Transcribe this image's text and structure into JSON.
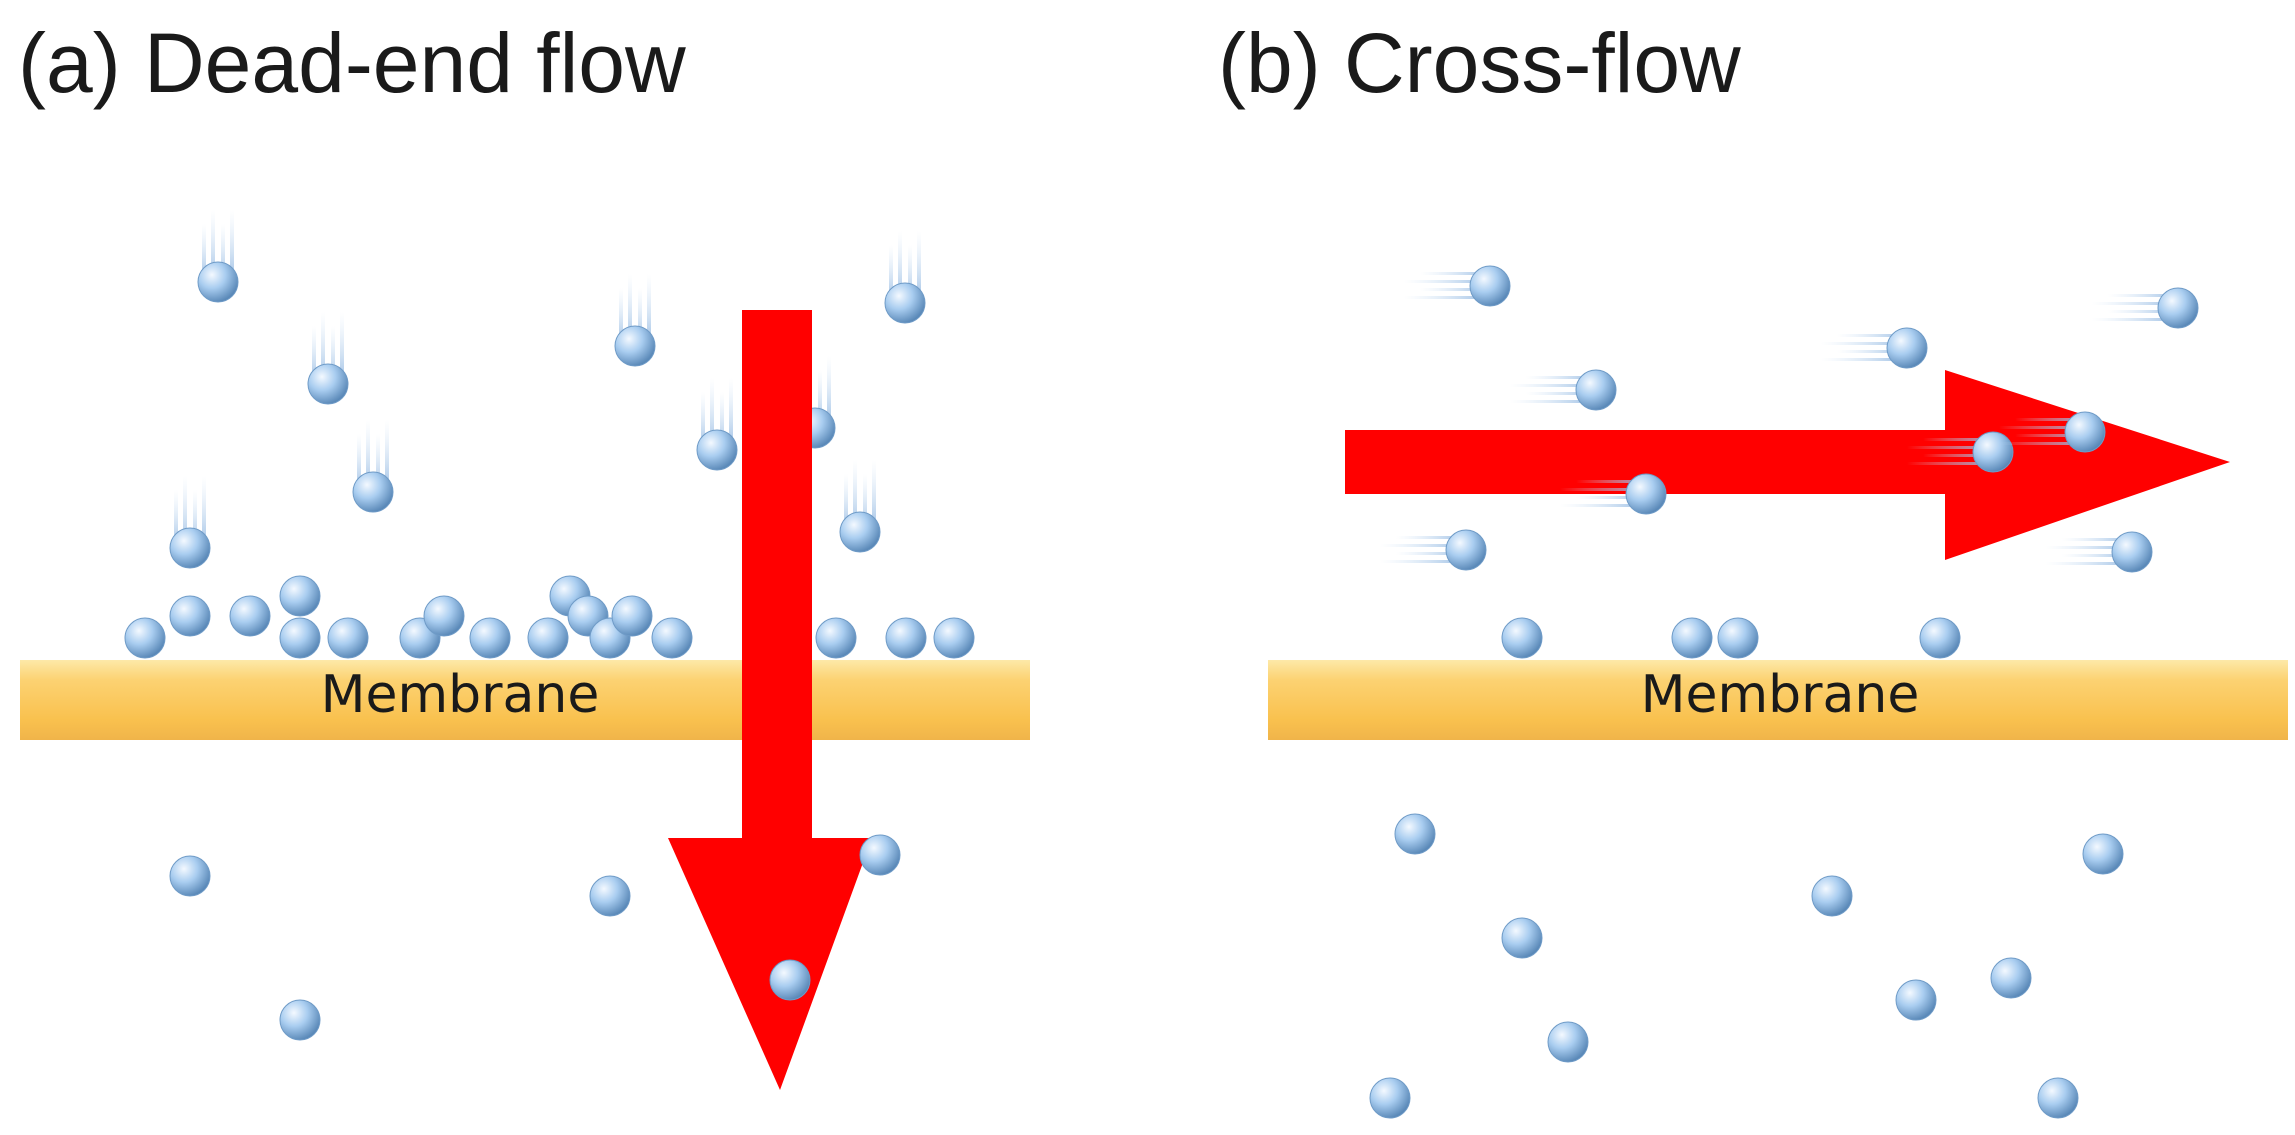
{
  "panels": {
    "dead_end": {
      "title": "(a)  Dead-end flow",
      "membrane_label": "Membrane"
    },
    "cross_flow": {
      "title": "(b) Cross-flow",
      "membrane_label": "Membrane"
    }
  },
  "colors": {
    "arrow": "#ff0000",
    "membrane": "#fbc657",
    "particle": "#a9cdf0",
    "particle_shadow": "#5f8fbf",
    "text": "#1a1a1a"
  }
}
